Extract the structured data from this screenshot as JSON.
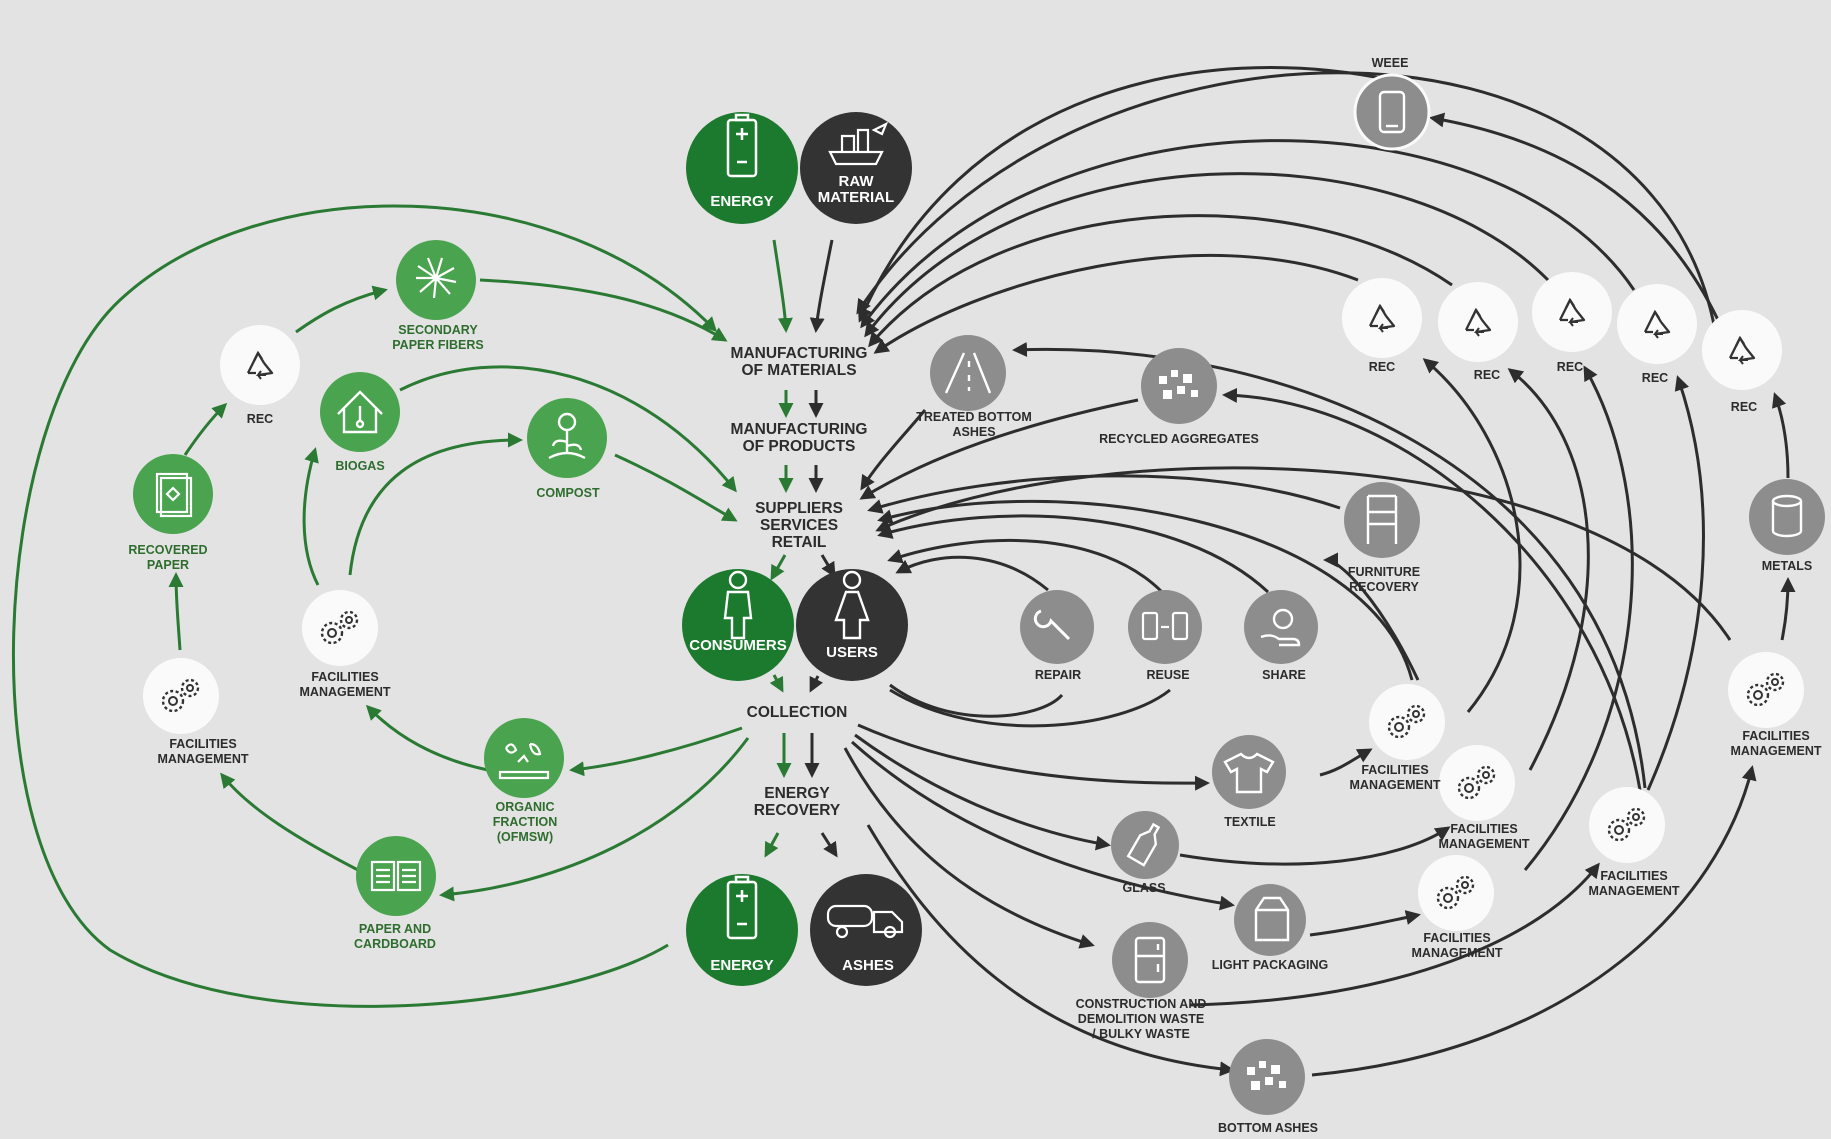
{
  "flow": {
    "manufacturing_materials": "MANUFACTURING\nOF MATERIALS",
    "manufacturing_products": "MANUFACTURING\nOF PRODUCTS",
    "suppliers": "SUPPLIERS\nSERVICES\nRETAIL",
    "collection": "COLLECTION",
    "energy_recovery": "ENERGY\nRECOVERY"
  },
  "top_circles": {
    "energy": "ENERGY",
    "raw_material": "RAW\nMATERIAL"
  },
  "middle_circles": {
    "consumers": "CONSUMERS",
    "users": "USERS"
  },
  "bottom_circles": {
    "energy": "ENERGY",
    "ashes": "ASHES"
  },
  "left_cycle": {
    "secondary_paper_fibers": "SECONDARY\nPAPER FIBERS",
    "rec": "REC",
    "biogas": "BIOGAS",
    "compost": "COMPOST",
    "recovered_paper": "RECOVERED\nPAPER",
    "facilities_management_mid": "FACILITIES\nMANAGEMENT",
    "facilities_management_left": "FACILITIES\nMANAGEMENT",
    "organic_fraction": "ORGANIC\nFRACTION\n(OFMSW)",
    "paper_and_cardboard": "PAPER AND\nCARDBOARD"
  },
  "right_cycle": {
    "weee": "WEEE",
    "rec_1": "REC",
    "rec_2": "REC",
    "rec_3": "REC",
    "rec_4": "REC",
    "rec_5": "REC",
    "treated_bottom_ashes": "TREATED BOTTOM\nASHES",
    "recycled_aggregates": "RECYCLED AGGREGATES",
    "furniture_recovery": "FURNITURE\nRECOVERY",
    "metals": "METALS",
    "repair": "REPAIR",
    "reuse": "REUSE",
    "share": "SHARE",
    "textile": "TEXTILE",
    "glass": "GLASS",
    "light_packaging": "LIGHT PACKAGING",
    "construction_waste": "CONSTRUCTION AND\nDEMOLITION WASTE\n/ BULKY WASTE",
    "bottom_ashes": "BOTTOM ASHES",
    "facilities_management_1": "FACILITIES\nMANAGEMENT",
    "facilities_management_2": "FACILITIES\nMANAGEMENT",
    "facilities_management_3": "FACILITIES\nMANAGEMENT",
    "facilities_management_4": "FACILITIES\nMANAGEMENT",
    "facilities_management_5": "FACILITIES\nMANAGEMENT"
  },
  "colors": {
    "background": "#e3e3e3",
    "green_dark": "#1c7a2e",
    "green_light": "#4aa34f",
    "label_green": "#2f6d2f",
    "dark_circle": "#333333",
    "grey_circle": "#8d8d8d",
    "white_circle": "#fafafa",
    "arrow_green": "#2a7a34",
    "arrow_dark": "#2d2d2d"
  }
}
